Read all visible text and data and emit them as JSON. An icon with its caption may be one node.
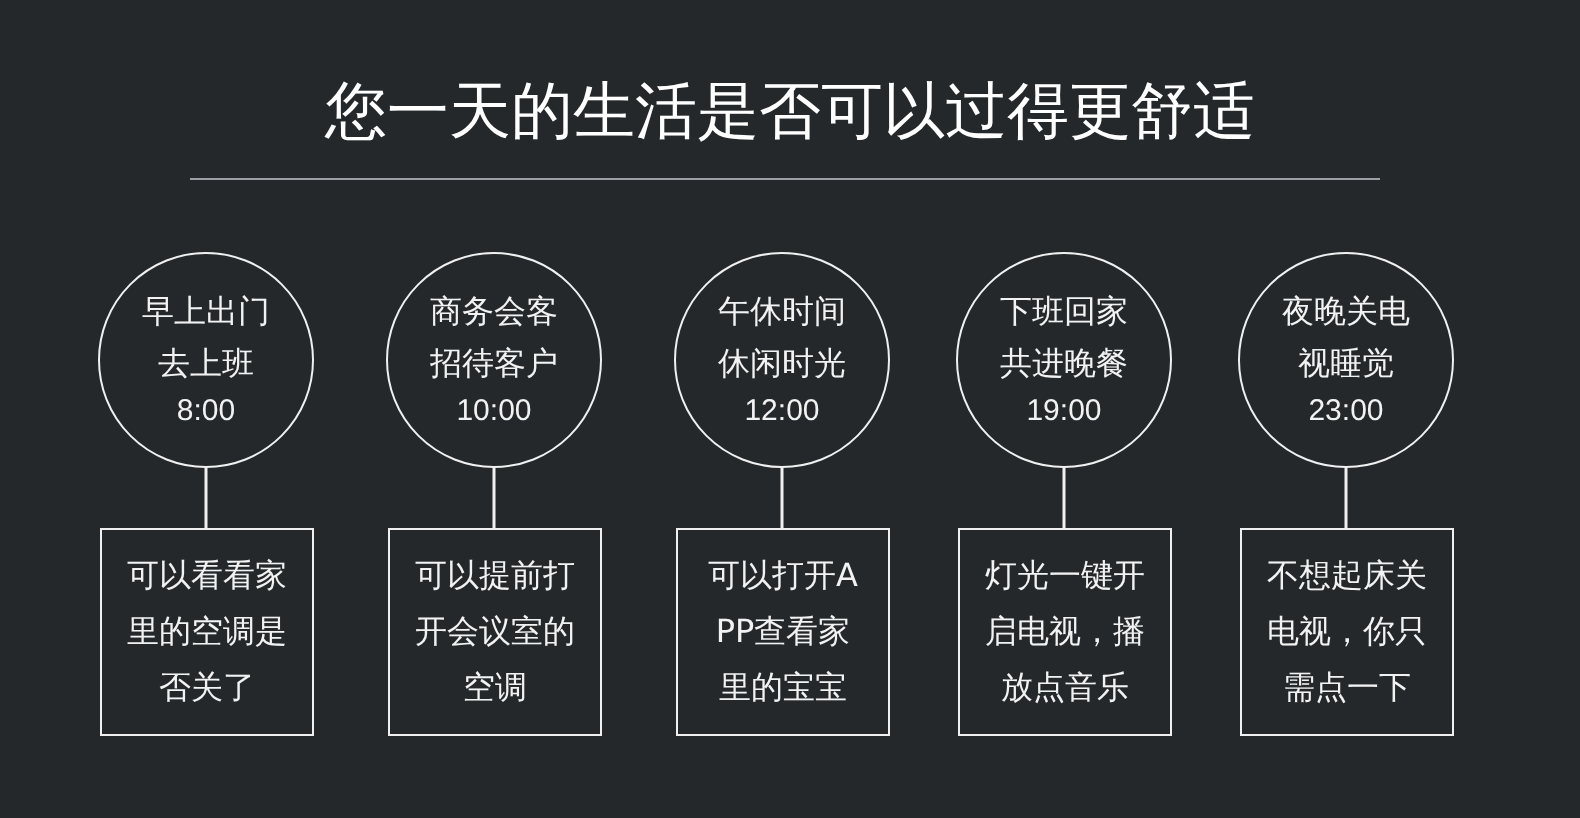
{
  "diagram": {
    "title": "您一天的生活是否可以过得更舒适",
    "nodes": [
      {
        "text": [
          "早上出门去上班",
          "8:00"
        ]
      },
      {
        "text": [
          "可以看看家里的空调是否关了"
        ]
      },
      {
        "text": [
          "商务会客招待客户",
          "10:00"
        ]
      },
      {
        "text": [
          "可以提前打开会议室的空调"
        ]
      },
      {
        "text": [
          "午休时间休闲时光",
          "12:00"
        ]
      },
      {
        "text": [
          "可以打开APP查看家里的宝宝"
        ]
      },
      {
        "text": [
          "下班回家共进晚餐",
          "19:00"
        ]
      },
      {
        "text": [
          "灯光一键开启电视，播放点音乐"
        ]
      },
      {
        "text": [
          "夜晚关电视睡觉",
          "23:00"
        ]
      },
      {
        "text": [
          "不想起床关电视，你只需点一下"
        ]
      }
    ],
    "edges": [
      {
        "from": 0,
        "to": 1,
        "arrow": "none"
      },
      {
        "from": 2,
        "to": 3,
        "arrow": "none"
      },
      {
        "from": 4,
        "to": 5,
        "arrow": "none"
      },
      {
        "from": 6,
        "to": 7,
        "arrow": "none"
      },
      {
        "from": 8,
        "to": 9,
        "arrow": "none"
      }
    ]
  }
}
